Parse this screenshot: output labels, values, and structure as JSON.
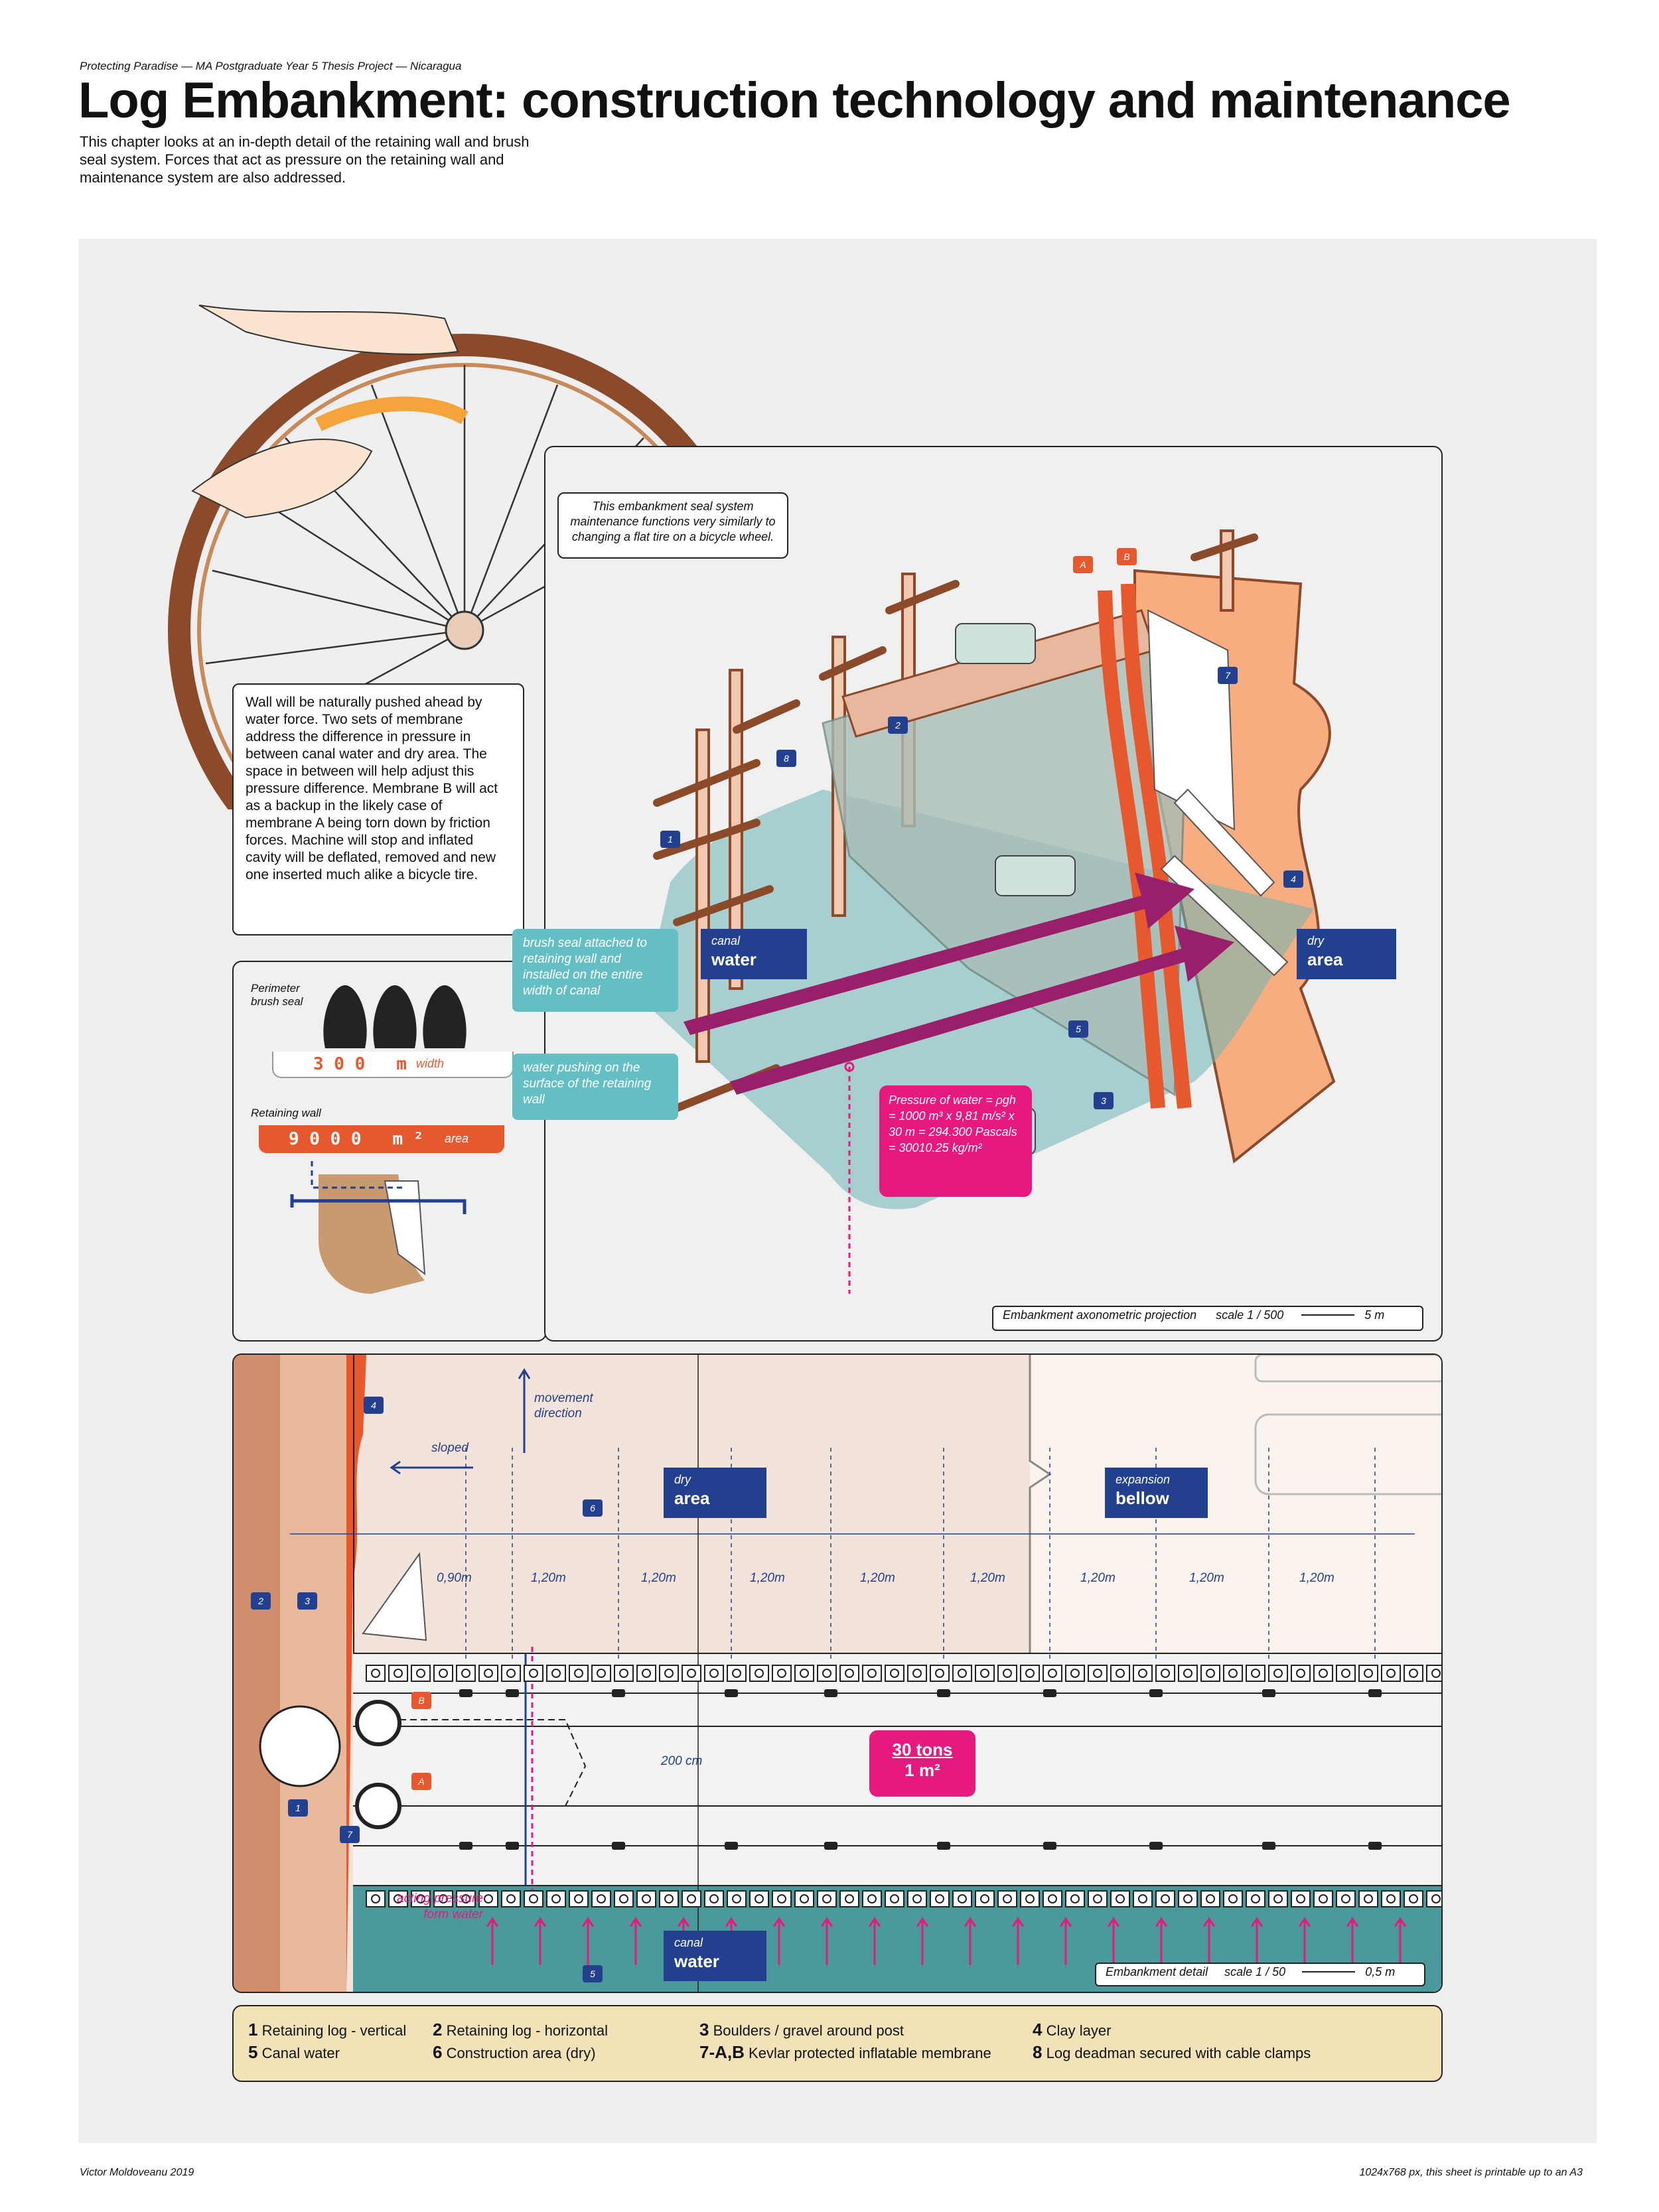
{
  "header": {
    "kicker": "Protecting Paradise — MA Postgraduate Year 5 Thesis Project — Nicaragua",
    "title": "Log Embankment: construction technology and maintenance",
    "intro": "This chapter looks at an in-depth detail of the retaining wall and brush seal system. Forces that act as pressure on the retaining wall and maintenance system are also addressed."
  },
  "notes": {
    "bicycle_note": "This embankment seal system maintenance functions very similarly to changing a flat tire on a bicycle wheel.",
    "wall_note": "Wall will be naturally pushed ahead by water force. Two sets of membrane address the difference in pressure in between canal water and dry area. The space in between will help adjust this pressure difference. Membrane B will act as a backup in the likely case of membrane A being torn down by friction forces. Machine will stop and inflated cavity will be deflated, removed and new one inserted much alike a bicycle tire."
  },
  "left_panel": {
    "perimeter_label": "Perimeter brush seal",
    "brush_value": "3 0 0   m",
    "brush_unit": "width",
    "retaining_label": "Retaining wall",
    "wall_value": "9 0 0 0   m ²",
    "wall_unit": "area"
  },
  "bubbles": {
    "brush": "brush seal attached to retaining wall and installed on the entire width of canal",
    "water": "water pushing on the surface of the retaining wall"
  },
  "axo": {
    "canal_small": "canal",
    "canal_big": "water",
    "dry_small": "dry",
    "dry_big": "area",
    "pressure": "Pressure of water = ρgh = 1000 m³ x 9,81 m/s² x 30 m = 294.300 Pascals = 30010.25 kg/m²",
    "scale_title": "Embankment axonometric projection",
    "scale_ratio": "scale 1 / 500",
    "scale_len": "5 m",
    "tags": [
      "A",
      "B",
      "7",
      "2",
      "8",
      "1",
      "4",
      "5",
      "3"
    ]
  },
  "detail": {
    "movement": "movement direction",
    "sloped": "sloped",
    "dry_small": "dry",
    "dry_big": "area",
    "bellow_small": "expansion",
    "bellow_big": "bellow",
    "canal_small": "canal",
    "canal_big": "water",
    "spacing": [
      "0,90m",
      "1,20m",
      "1,20m",
      "1,20m",
      "1,20m",
      "1,20m",
      "1,20m",
      "1,20m",
      "1,20m"
    ],
    "height": "200 cm",
    "load_value": "30 tons",
    "load_unit": "1 m²",
    "acting": "acting pressure form water",
    "scale_title": "Embankment detail",
    "scale_ratio": "scale 1 / 50",
    "scale_len": "0,5 m",
    "tags": [
      "4",
      "6",
      "2",
      "3",
      "B",
      "A",
      "1",
      "7",
      "5"
    ]
  },
  "legend": [
    {
      "num": "1",
      "text": "Retaining log - vertical"
    },
    {
      "num": "2",
      "text": "Retaining log - horizontal"
    },
    {
      "num": "3",
      "text": "Boulders / gravel around post"
    },
    {
      "num": "4",
      "text": "Clay layer"
    },
    {
      "num": "5",
      "text": "Canal water"
    },
    {
      "num": "6",
      "text": "Construction area (dry)"
    },
    {
      "num": "7-A,B",
      "text": "Kevlar protected inflatable membrane"
    },
    {
      "num": "8",
      "text": "Log deadman secured with cable clamps"
    }
  ],
  "footer": {
    "author": "Victor Moldoveanu 2019",
    "note": "1024x768 px, this sheet is printable up to an A3"
  },
  "colors": {
    "navy": "#23408e",
    "orange": "#e8582e",
    "magenta": "#e6197f",
    "teal": "#63bfc3",
    "canal": "#4a9a9c",
    "legend_bg": "#f2e2b8"
  }
}
